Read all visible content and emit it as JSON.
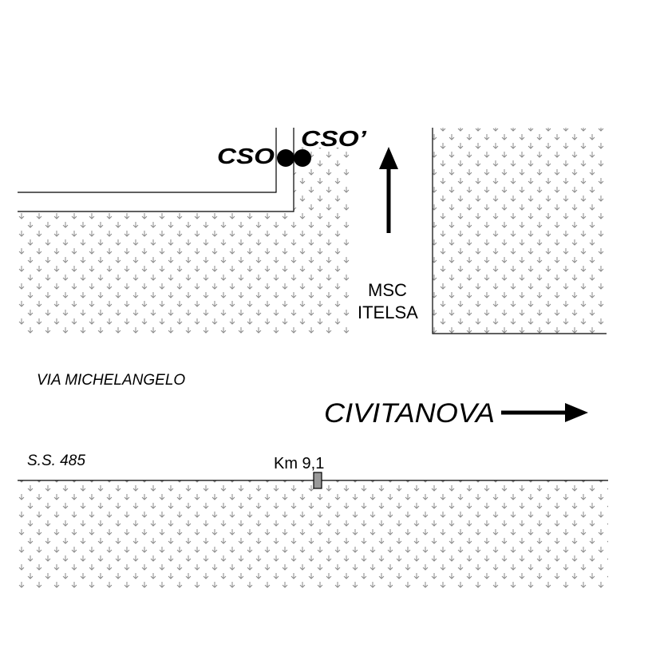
{
  "map": {
    "colors": {
      "background": "#ffffff",
      "line": "#000000",
      "hatch": "#8a8a8a",
      "marker_fill": "#999999"
    },
    "labels": {
      "cso": "CSO",
      "cso_prime": "CSO’",
      "msc": "MSC",
      "itelsa": "ITELSA",
      "via": "VIA MICHELANGELO",
      "civitanova": "CIVITANOVA",
      "ss": "S.S. 485",
      "km": "Km 9,1"
    },
    "icons": {
      "arrow_north": "arrow-up-icon",
      "arrow_east": "arrow-right-icon",
      "sampling_point": "filled-circle-icon",
      "km_marker": "milestone-icon"
    }
  }
}
